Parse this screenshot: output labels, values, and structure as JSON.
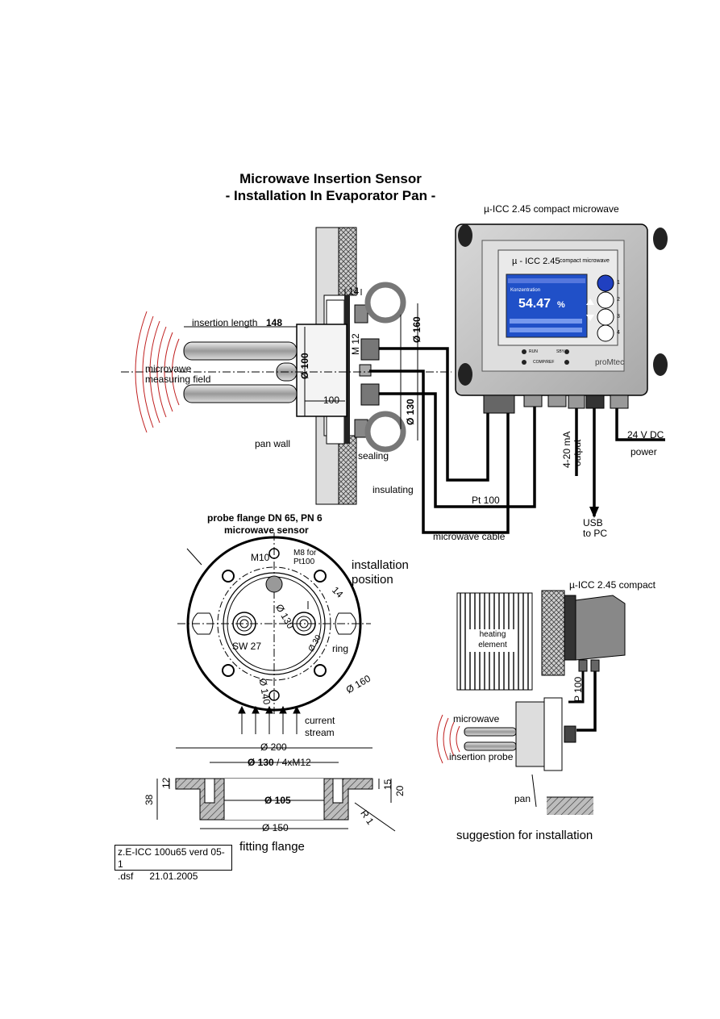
{
  "title": {
    "line1": "Microwave Insertion Sensor",
    "line2": "- Installation In Evaporator Pan -"
  },
  "device": {
    "heading": "µ-ICC 2.45 compact microwave",
    "screen_brand": "µ - ICC 2.45",
    "screen_brand_sub": "compact microwave",
    "display_value": "54.47",
    "display_unit": "%",
    "display_label": "Konzentration",
    "logo": "proMtec",
    "leds": [
      "RUN",
      "SBY",
      "COMP/REF"
    ],
    "keys": [
      "1",
      "2",
      "3",
      "4"
    ]
  },
  "top_labels": {
    "insertion_length": "insertion length",
    "insertion_length_value": "148",
    "microwave": "microvawe",
    "measuring_field": "measuring field",
    "dim_100_v": "Ø 100",
    "dim_100_h": "100",
    "m12": "M 12",
    "dim_14": "14",
    "dim_160": "Ø 160",
    "dim_130": "Ø 130",
    "pan_wall": "pan wall",
    "sealing": "sealing",
    "insulating": "insulating",
    "pt100": "Pt 100",
    "microwave_cable": "microwave cable",
    "output_line1": "4-20 mA",
    "output_line2": "output",
    "power_line1": "24 V DC",
    "power_line2": "power",
    "usb_line1": "USB",
    "usb_line2": "to PC"
  },
  "probe_flange": {
    "heading_line1": "probe flange DN 65, PN 6",
    "heading_line2": "microwave sensor",
    "m10": "M10",
    "m8_line1": "M8 for",
    "m8_line2": "Pt100",
    "d14": "14",
    "d130": "Ø 130",
    "d30": "Ø 30",
    "sw27": "SW 27",
    "ring": "ring",
    "d140": "Ø 140",
    "d160": "Ø 160",
    "installation_line1": "installation",
    "installation_line2": "position",
    "current_line1": "current",
    "current_line2": "stream"
  },
  "fitting_flange": {
    "d200": "Ø 200",
    "d130": "Ø 130",
    "d130_suffix": " / 4xM12",
    "d105": "Ø 105",
    "d150": "Ø 150",
    "h38": "38",
    "h12": "12",
    "h15": "15",
    "h20": "20",
    "r1": "R 1",
    "caption": "fitting flange"
  },
  "suggestion": {
    "device_label": "µ-ICC 2.45 compact",
    "heating_line1": "heating",
    "heating_line2": "element",
    "microwave": "microwave",
    "insertion_probe": "insertion probe",
    "pt100_rot": "P 100",
    "pan": "pan",
    "caption": "suggestion for installation"
  },
  "doc_box": {
    "line1": "z.E-ICC 100u65 verd 05-1",
    "line2": ".dsf      21.01.2005"
  },
  "colors": {
    "screen_blue": "#2050c8",
    "housing_gray": "#c8c8c8",
    "wall_hatch": "#555555"
  }
}
